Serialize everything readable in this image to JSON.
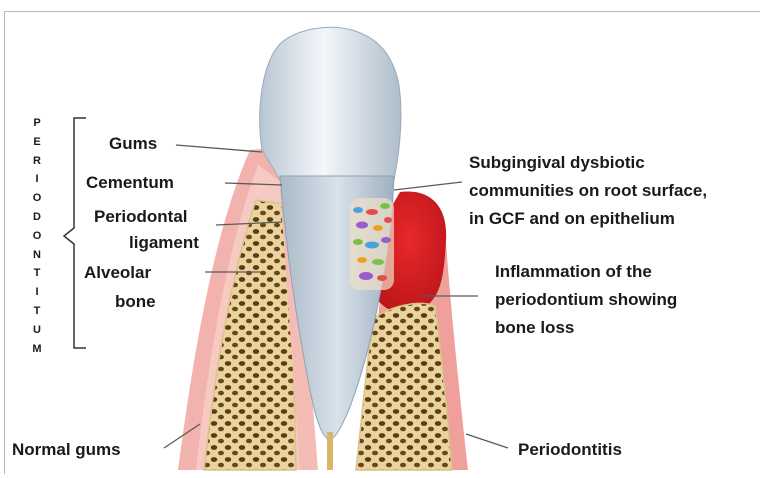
{
  "vertical_title": [
    "P",
    "E",
    "R",
    "I",
    "O",
    "D",
    "O",
    "N",
    "T",
    "I",
    "T",
    "U",
    "M"
  ],
  "labels": {
    "gums": "Gums",
    "cementum": "Cementum",
    "pdl_line1": "Periodontal",
    "pdl_line2": "ligament",
    "bone_line1": "Alveolar",
    "bone_line2": "bone",
    "dysbiotic_line1": "Subgingival dysbiotic",
    "dysbiotic_line2": "communities on root surface,",
    "dysbiotic_line3": "in GCF and on epithelium",
    "inflam_line1": "Inflammation of the",
    "inflam_line2": "periodontium showing",
    "inflam_line3": "bone loss",
    "normal_gums": "Normal gums",
    "periodontitis": "Periodontitis"
  },
  "colors": {
    "gum_pink": "#f0a8a4",
    "gum_red": "#d8232a",
    "bone": "#e6d29a",
    "bone_pore": "#5e3a16",
    "tooth": "#e9eef4",
    "root": "#c7d3de"
  }
}
